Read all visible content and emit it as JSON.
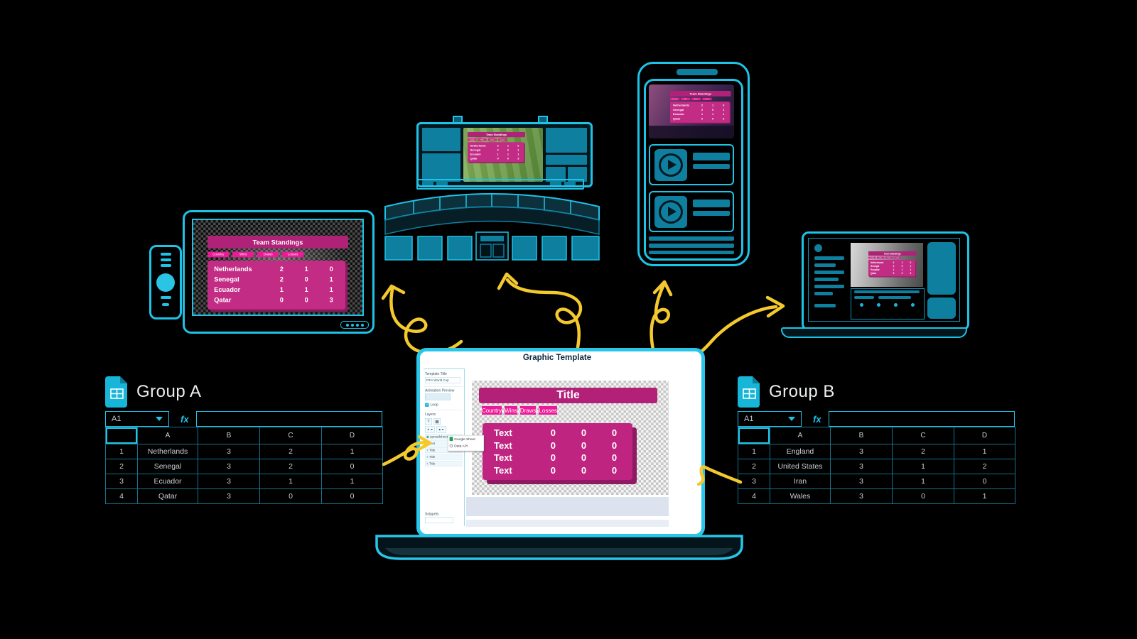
{
  "colors": {
    "cyan_outline": "#1EC3E8",
    "teal_fill": "#0E7F9F",
    "pink_bright": "#EC1A96",
    "magenta_title": "#B02278",
    "magenta_body": "#C32C85",
    "magenta_shadow": "#8D1A61",
    "arrow_yellow": "#F3C92E"
  },
  "standings": {
    "title": "Team Standings",
    "headers": [
      "Country",
      "Wins",
      "Draws",
      "Losses"
    ],
    "rows": [
      {
        "country": "Netherlands",
        "wins": "2",
        "draws": "1",
        "losses": "0"
      },
      {
        "country": "Senegal",
        "wins": "2",
        "draws": "0",
        "losses": "1"
      },
      {
        "country": "Ecuador",
        "wins": "1",
        "draws": "1",
        "losses": "1"
      },
      {
        "country": "Qatar",
        "wins": "0",
        "draws": "0",
        "losses": "3"
      }
    ]
  },
  "editor": {
    "window_title": "Graphic Template",
    "template_title_label": "Template Title",
    "template_title_value": "FIFA World Cup",
    "animation_preview_label": "Animation Preview",
    "loop_label": "Loop",
    "loop_check": "✓",
    "layers_label": "Layers",
    "text_tool_label": "T",
    "image_tool_label": "▦",
    "layers": [
      {
        "icon": "▣",
        "label": "spreadsheet"
      },
      {
        "icon": "T",
        "label": "Text"
      },
      {
        "icon": "T",
        "label": "Title"
      },
      {
        "icon": "T",
        "label": "Title"
      },
      {
        "icon": "T",
        "label": "Title"
      }
    ],
    "menu_items": [
      {
        "label": "Google Sheet"
      },
      {
        "label": "Data API"
      }
    ],
    "snippets_label": "Snippets",
    "canvas": {
      "title": "Title",
      "headers": [
        "Country",
        "Wins",
        "Draws",
        "Losses"
      ],
      "rows": [
        {
          "name": "Text",
          "wins": "0",
          "draws": "0",
          "losses": "0"
        },
        {
          "name": "Text",
          "wins": "0",
          "draws": "0",
          "losses": "0"
        },
        {
          "name": "Text",
          "wins": "0",
          "draws": "0",
          "losses": "0"
        },
        {
          "name": "Text",
          "wins": "0",
          "draws": "0",
          "losses": "0"
        }
      ]
    }
  },
  "sheet_a": {
    "title": "Group A",
    "cell_ref": "A1",
    "fx_label": "fx",
    "columns": [
      "A",
      "B",
      "C",
      "D"
    ],
    "rows": [
      {
        "num": "1",
        "a": "Netherlands",
        "b": "3",
        "c": "2",
        "d": "1"
      },
      {
        "num": "2",
        "a": "Senegal",
        "b": "3",
        "c": "2",
        "d": "0"
      },
      {
        "num": "3",
        "a": "Ecuador",
        "b": "3",
        "c": "1",
        "d": "1"
      },
      {
        "num": "4",
        "a": "Qatar",
        "b": "3",
        "c": "0",
        "d": "0"
      }
    ]
  },
  "sheet_b": {
    "title": "Group B",
    "cell_ref": "A1",
    "fx_label": "fx",
    "columns": [
      "A",
      "B",
      "C",
      "D"
    ],
    "rows": [
      {
        "num": "1",
        "a": "England",
        "b": "3",
        "c": "2",
        "d": "1"
      },
      {
        "num": "2",
        "a": "United States",
        "b": "3",
        "c": "1",
        "d": "2"
      },
      {
        "num": "3",
        "a": "Iran",
        "b": "3",
        "c": "1",
        "d": "0"
      },
      {
        "num": "4",
        "a": "Wales",
        "b": "3",
        "c": "0",
        "d": "1"
      }
    ]
  }
}
